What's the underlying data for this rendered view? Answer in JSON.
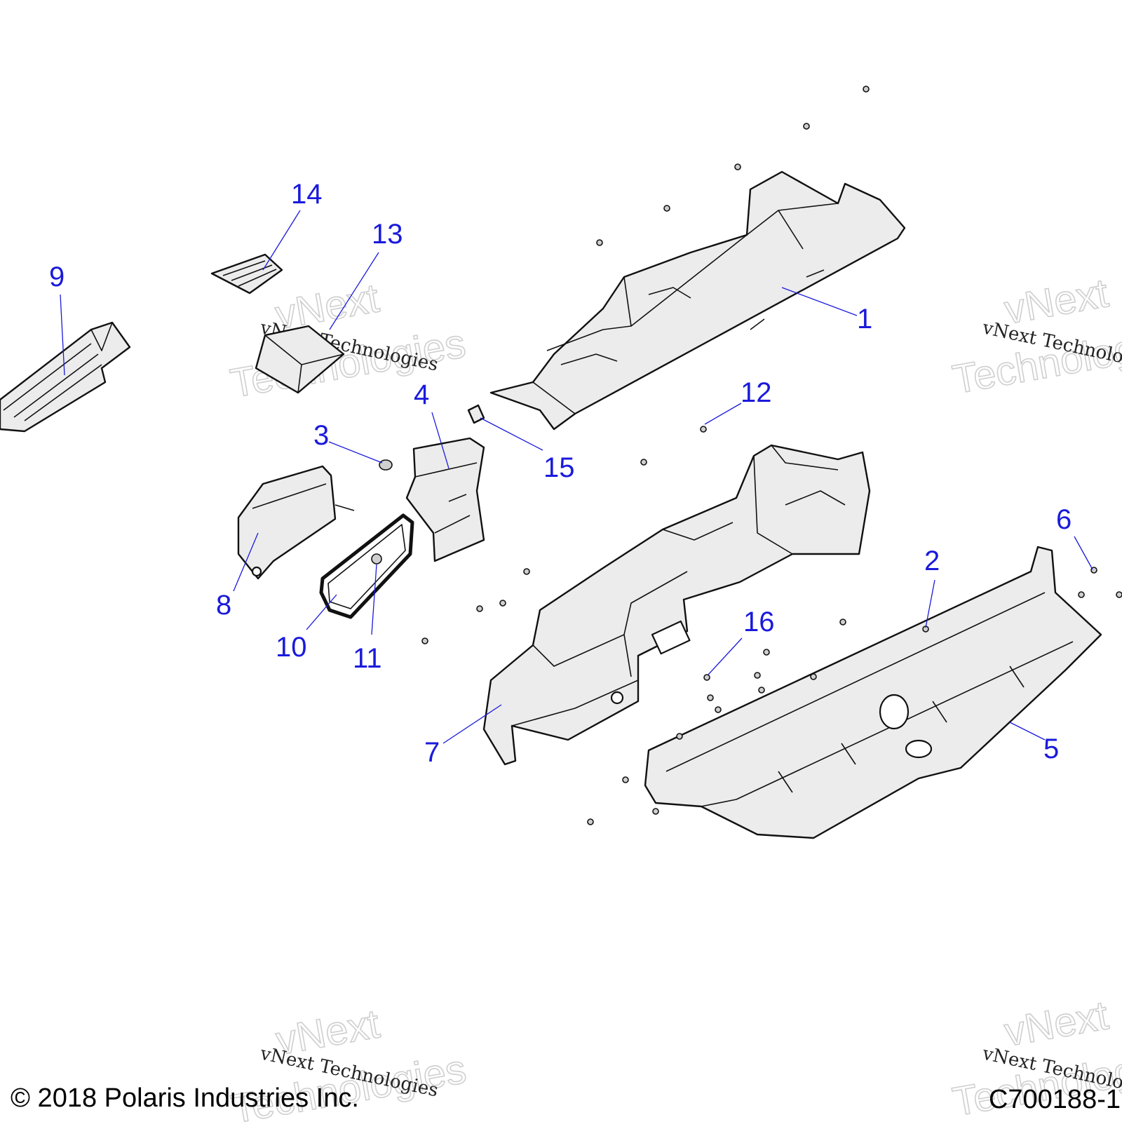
{
  "callouts": [
    {
      "id": "1",
      "label": "1"
    },
    {
      "id": "2",
      "label": "2"
    },
    {
      "id": "3",
      "label": "3"
    },
    {
      "id": "4",
      "label": "4"
    },
    {
      "id": "5",
      "label": "5"
    },
    {
      "id": "6",
      "label": "6"
    },
    {
      "id": "7",
      "label": "7"
    },
    {
      "id": "8",
      "label": "8"
    },
    {
      "id": "9",
      "label": "9"
    },
    {
      "id": "10",
      "label": "10"
    },
    {
      "id": "11",
      "label": "11"
    },
    {
      "id": "12",
      "label": "12"
    },
    {
      "id": "13",
      "label": "13"
    },
    {
      "id": "14",
      "label": "14"
    },
    {
      "id": "15",
      "label": "15"
    },
    {
      "id": "16",
      "label": "16"
    }
  ],
  "watermark": {
    "line1": "vNext Technologies",
    "line2_a": "vNext",
    "line2_b": "Technologies"
  },
  "footer": {
    "copyright": "© 2018 Polaris Industries Inc.",
    "diagram_id": "C700188-1"
  },
  "colors": {
    "callout": "#1a1adc",
    "part_fill": "#ececec",
    "line": "#111111"
  }
}
